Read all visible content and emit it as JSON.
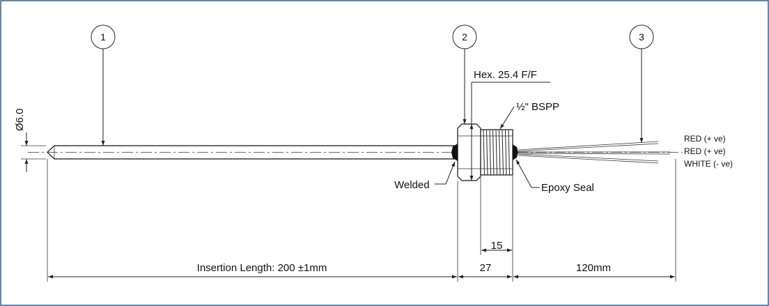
{
  "colors": {
    "border": "#2f5f8a",
    "line": "#222222",
    "weld": "#111111"
  },
  "balloons": {
    "b1": "1",
    "b2": "2",
    "b3": "3"
  },
  "callouts": {
    "hex": "Hex. 25.4 F/F",
    "thread": "½\" BSPP",
    "welded": "Welded",
    "epoxy": "Epoxy Seal",
    "diameter": "Ø6.0"
  },
  "wires": {
    "w1": "RED (+ ve)",
    "w2": "RED (+ ve)",
    "w3": "WHITE (- ve)"
  },
  "dimensions": {
    "insertion": "Insertion Length: 200 ±1mm",
    "d27": "27",
    "d15": "15",
    "d120": "120mm"
  }
}
